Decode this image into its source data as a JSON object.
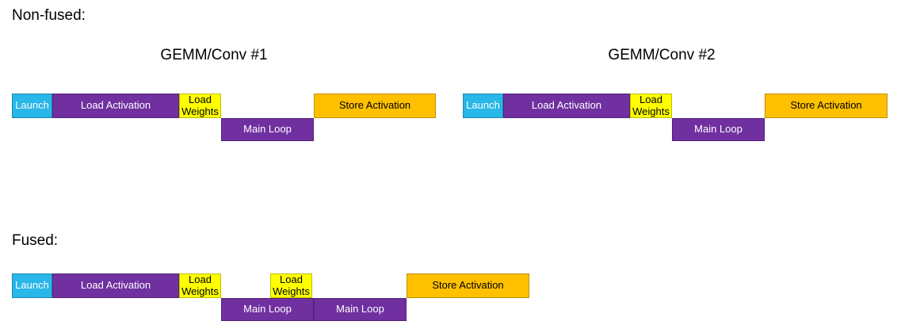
{
  "page": {
    "background": "#FFFFFF"
  },
  "colors": {
    "launch": "#29B6E8",
    "purple": "#7030A0",
    "yellow": "#FFFF00",
    "orange": "#FFC000"
  },
  "sections": {
    "non_fused_label": "Non-fused:",
    "fused_label": "Fused:"
  },
  "timelines": {
    "non_fused": [
      {
        "title": "GEMM/Conv #1",
        "sequence": [
          "Launch",
          "Load Activation",
          "Load Weights",
          "Main Loop",
          "Store Activation"
        ]
      },
      {
        "title": "GEMM/Conv #2",
        "sequence": [
          "Launch",
          "Load Activation",
          "Load Weights",
          "Main Loop",
          "Store Activation"
        ]
      }
    ],
    "fused": {
      "sequence": [
        "Launch",
        "Load Activation",
        "Load Weights",
        "Main Loop",
        "Load Weights",
        "Main Loop",
        "Store Activation"
      ]
    }
  },
  "blocks": {
    "launch": "Launch",
    "load_activation": "Load Activation",
    "load_weights": "Load Weights",
    "main_loop": "Main Loop",
    "store_activation": "Store Activation"
  }
}
